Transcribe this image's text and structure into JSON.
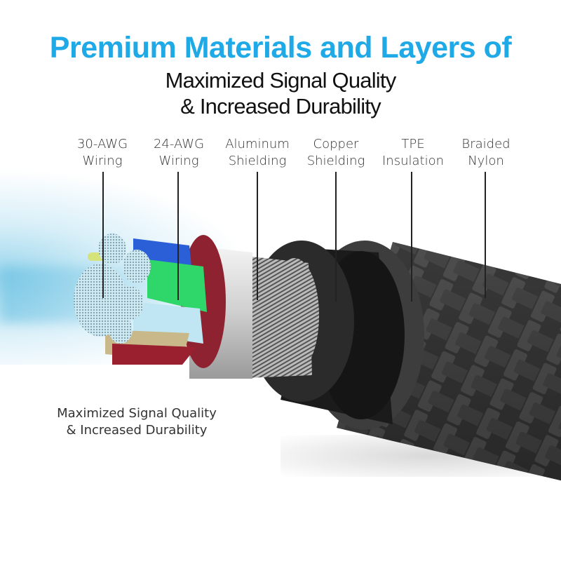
{
  "header": {
    "title": "Premium Materials and Layers of",
    "subtitle_line1": "Maximized Signal Quality",
    "subtitle_line2": "& Increased Durability"
  },
  "layers": [
    {
      "line1": "30-AWG",
      "line2": "Wiring"
    },
    {
      "line1": "24-AWG",
      "line2": "Wiring"
    },
    {
      "line1": "Aluminum",
      "line2": "Shielding"
    },
    {
      "line1": "Copper",
      "line2": "Shielding"
    },
    {
      "line1": "TPE",
      "line2": "Insulation"
    },
    {
      "line1": "Braided",
      "line2": "Nylon"
    }
  ],
  "caption": {
    "line1": "Maximized Signal Quality",
    "line2": "& Increased Durability"
  },
  "colors": {
    "title": "#1fa9e6",
    "text": "#333333",
    "wire_blue": "#2a5fd8",
    "wire_green": "#2fd66a",
    "wire_light_blue": "#bfe6f2",
    "wire_red": "#8e1b22",
    "wire_yellow": "#d6e27a",
    "braid": "#3a3a3a",
    "jacket": "#1e1e1e"
  }
}
